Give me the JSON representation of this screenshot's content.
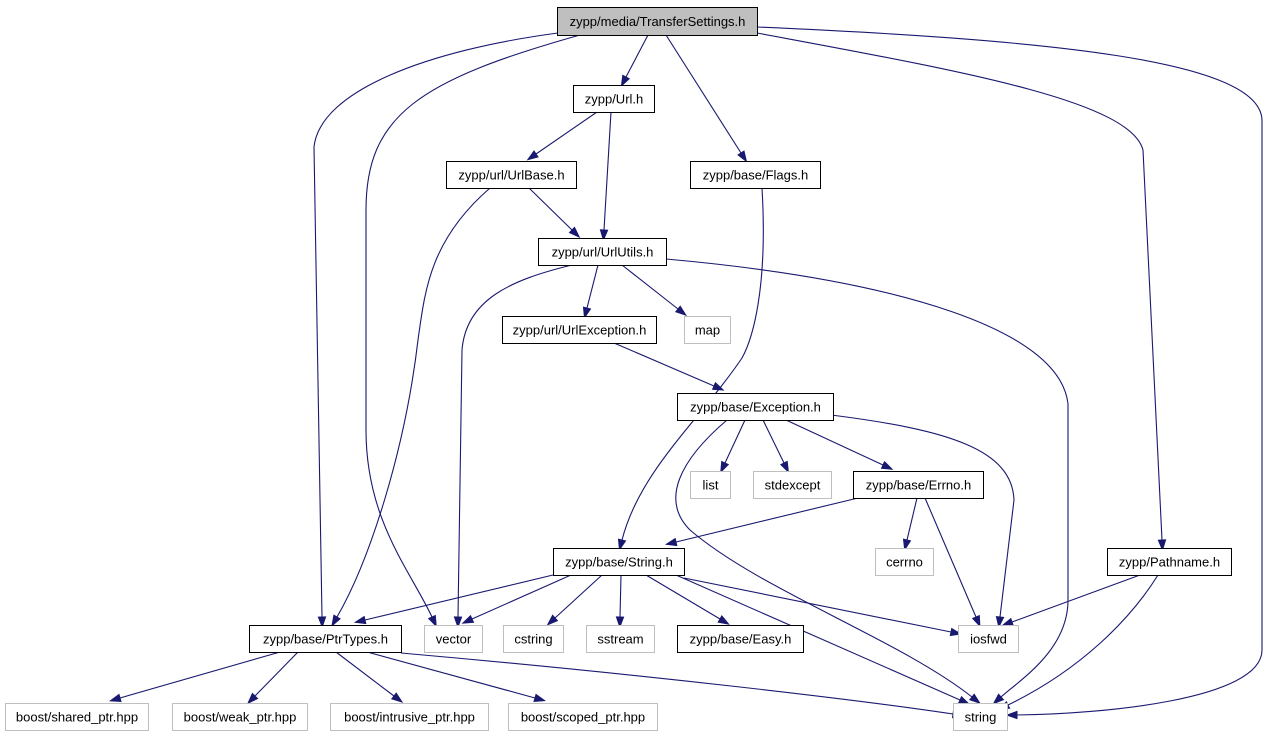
{
  "colors": {
    "edge": "#191970",
    "root_fill": "#bfbfbf",
    "header_fill": "#ffffff",
    "header_border": "#000000",
    "system_border": "#bfbfbf"
  },
  "nodes": [
    {
      "id": "root",
      "label": "zypp/media/TransferSettings.h",
      "kind": "root"
    },
    {
      "id": "url",
      "label": "zypp/Url.h",
      "kind": "header"
    },
    {
      "id": "urlbase",
      "label": "zypp/url/UrlBase.h",
      "kind": "header"
    },
    {
      "id": "flags",
      "label": "zypp/base/Flags.h",
      "kind": "header"
    },
    {
      "id": "urlutils",
      "label": "zypp/url/UrlUtils.h",
      "kind": "header"
    },
    {
      "id": "urlexc",
      "label": "zypp/url/UrlException.h",
      "kind": "header"
    },
    {
      "id": "map",
      "label": "map",
      "kind": "system"
    },
    {
      "id": "exc",
      "label": "zypp/base/Exception.h",
      "kind": "header"
    },
    {
      "id": "list",
      "label": "list",
      "kind": "system"
    },
    {
      "id": "stdexcept",
      "label": "stdexcept",
      "kind": "system"
    },
    {
      "id": "errno_h",
      "label": "zypp/base/Errno.h",
      "kind": "header"
    },
    {
      "id": "cerrno",
      "label": "cerrno",
      "kind": "system"
    },
    {
      "id": "string_h",
      "label": "zypp/base/String.h",
      "kind": "header"
    },
    {
      "id": "pathname",
      "label": "zypp/Pathname.h",
      "kind": "header"
    },
    {
      "id": "ptrtypes",
      "label": "zypp/base/PtrTypes.h",
      "kind": "header"
    },
    {
      "id": "vector",
      "label": "vector",
      "kind": "system"
    },
    {
      "id": "cstring",
      "label": "cstring",
      "kind": "system"
    },
    {
      "id": "sstream",
      "label": "sstream",
      "kind": "system"
    },
    {
      "id": "easy",
      "label": "zypp/base/Easy.h",
      "kind": "header"
    },
    {
      "id": "iosfwd",
      "label": "iosfwd",
      "kind": "system"
    },
    {
      "id": "shared",
      "label": "boost/shared_ptr.hpp",
      "kind": "system"
    },
    {
      "id": "weak",
      "label": "boost/weak_ptr.hpp",
      "kind": "system"
    },
    {
      "id": "intrusive",
      "label": "boost/intrusive_ptr.hpp",
      "kind": "system"
    },
    {
      "id": "scoped",
      "label": "boost/scoped_ptr.hpp",
      "kind": "system"
    },
    {
      "id": "string",
      "label": "string",
      "kind": "system"
    }
  ],
  "edges": [
    [
      "root",
      "url"
    ],
    [
      "root",
      "flags"
    ],
    [
      "root",
      "ptrtypes"
    ],
    [
      "root",
      "vector"
    ],
    [
      "root",
      "pathname"
    ],
    [
      "root",
      "string"
    ],
    [
      "url",
      "urlbase"
    ],
    [
      "url",
      "urlutils"
    ],
    [
      "urlbase",
      "urlutils"
    ],
    [
      "urlbase",
      "ptrtypes"
    ],
    [
      "flags",
      "string_h"
    ],
    [
      "urlutils",
      "urlexc"
    ],
    [
      "urlutils",
      "map"
    ],
    [
      "urlutils",
      "vector"
    ],
    [
      "urlutils",
      "string"
    ],
    [
      "urlexc",
      "exc"
    ],
    [
      "exc",
      "list"
    ],
    [
      "exc",
      "stdexcept"
    ],
    [
      "exc",
      "errno_h"
    ],
    [
      "exc",
      "iosfwd"
    ],
    [
      "exc",
      "string"
    ],
    [
      "errno_h",
      "cerrno"
    ],
    [
      "errno_h",
      "string_h"
    ],
    [
      "errno_h",
      "iosfwd"
    ],
    [
      "string_h",
      "ptrtypes"
    ],
    [
      "string_h",
      "vector"
    ],
    [
      "string_h",
      "cstring"
    ],
    [
      "string_h",
      "sstream"
    ],
    [
      "string_h",
      "easy"
    ],
    [
      "string_h",
      "iosfwd"
    ],
    [
      "string_h",
      "string"
    ],
    [
      "pathname",
      "iosfwd"
    ],
    [
      "pathname",
      "string"
    ],
    [
      "ptrtypes",
      "shared"
    ],
    [
      "ptrtypes",
      "weak"
    ],
    [
      "ptrtypes",
      "intrusive"
    ],
    [
      "ptrtypes",
      "scoped"
    ],
    [
      "ptrtypes",
      "string"
    ]
  ]
}
